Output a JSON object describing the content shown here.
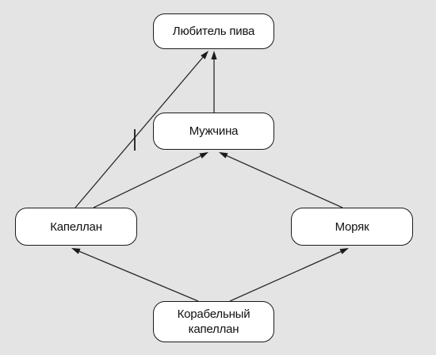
{
  "diagram": {
    "nodes": {
      "beer_lover": {
        "label": "Любитель пива"
      },
      "man": {
        "label": "Мужчина"
      },
      "chaplain": {
        "label": "Капеллан"
      },
      "sailor": {
        "label": "Моряк"
      },
      "ship_chaplain": {
        "label": "Корабельный\nкапеллан"
      }
    },
    "edges": [
      {
        "from": "man",
        "to": "beer_lover"
      },
      {
        "from": "chaplain",
        "to": "beer_lover",
        "blocked": true
      },
      {
        "from": "chaplain",
        "to": "man"
      },
      {
        "from": "sailor",
        "to": "man"
      },
      {
        "from": "ship_chaplain",
        "to": "chaplain"
      },
      {
        "from": "ship_chaplain",
        "to": "sailor"
      }
    ],
    "colors": {
      "background": "#e4e4e4",
      "node_fill": "#ffffff",
      "stroke": "#1a1a1a"
    }
  }
}
